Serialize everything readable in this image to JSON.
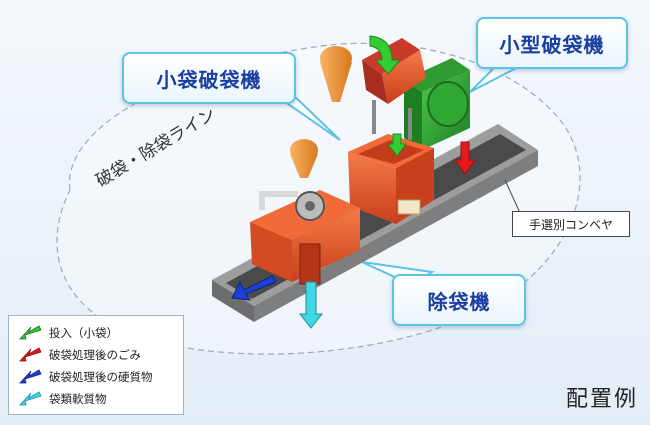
{
  "labels": {
    "small_crusher_top": "小型破袋機",
    "small_bag_crusher": "小袋破袋機",
    "bag_remover": "除袋機",
    "conveyor": "手選別コンベヤ",
    "line": "破袋・除袋ライン"
  },
  "legend": [
    {
      "label": "投入（小袋）",
      "color": "#33cc33"
    },
    {
      "label": "破袋処理後のごみ",
      "color": "#e51b1b"
    },
    {
      "label": "破袋処理後の硬質物",
      "color": "#1d3fd6"
    },
    {
      "label": "袋類軟質物",
      "color": "#3fd6e6"
    }
  ],
  "caption": "配置例",
  "colors": {
    "machine_red": "#e8542c",
    "machine_green": "#2fa834",
    "conveyor_gray": "#8f8f8f",
    "hopper_orange": "#f29a3a",
    "callout_border": "#5cc2e6",
    "callout_text": "#1a3fa0"
  }
}
